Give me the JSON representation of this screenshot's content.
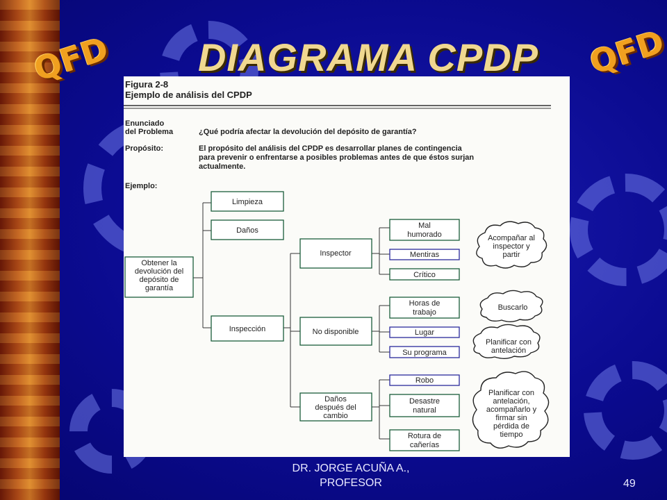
{
  "slide": {
    "title": "DIAGRAMA CPDP",
    "logo_left": "QFD",
    "logo_right": "QFD",
    "footer_line1": "DR. JORGE ACUÑA A.,",
    "footer_line2": "PROFESOR",
    "page_number": "49"
  },
  "figure": {
    "fig_label": "Figura 2-8",
    "fig_title": "Ejemplo de análisis del CPDP",
    "enunciado_label_1": "Enunciado",
    "enunciado_label_2": "del Problema",
    "enunciado_text": "¿Qué podría afectar la devolución del depósito de garantía?",
    "proposito_label": "Propósito:",
    "proposito_line1": "El propósito del análisis del CPDP es desarrollar planes de contingencia",
    "proposito_line2": "para prevenir o enfrentarse a posibles problemas antes de que éstos surjan",
    "proposito_line3": "actualmente.",
    "ejemplo_label": "Ejemplo:",
    "root": [
      "Obtener la",
      "devolución del",
      "depósito de",
      "garantía"
    ],
    "level1": {
      "limpieza": "Limpieza",
      "danos": "Daños",
      "inspeccion": "Inspección"
    },
    "level2": {
      "inspector": "Inspector",
      "no_disponible": "No disponible",
      "danos_despues": [
        "Daños",
        "después del",
        "cambio"
      ]
    },
    "level3": {
      "mal_humorado": [
        "Mal",
        "humorado"
      ],
      "mentiras": "Mentiras",
      "critico": "Crítico",
      "horas_trabajo": [
        "Horas de",
        "trabajo"
      ],
      "lugar": "Lugar",
      "su_programa": "Su programa",
      "robo": "Robo",
      "desastre_natural": [
        "Desastre",
        "natural"
      ],
      "rotura_canerias": [
        "Rotura de",
        "cañerías"
      ]
    },
    "clouds": {
      "acompanar": [
        "Acompañar al",
        "inspector y",
        "partir"
      ],
      "buscarlo": [
        "Buscarlo"
      ],
      "planificar": [
        "Planificar con",
        "antelación"
      ],
      "planificar_full": [
        "Planificar con",
        "antelación,",
        "acompañarlo y",
        "firmar sin",
        "pérdida de",
        "tiempo"
      ]
    }
  },
  "colors": {
    "background": "#0a0a8c",
    "title": "#f0d890",
    "logo": "#f0a020",
    "box_border": "#1a5c3a",
    "box_border_blue": "#2a2a9c"
  }
}
